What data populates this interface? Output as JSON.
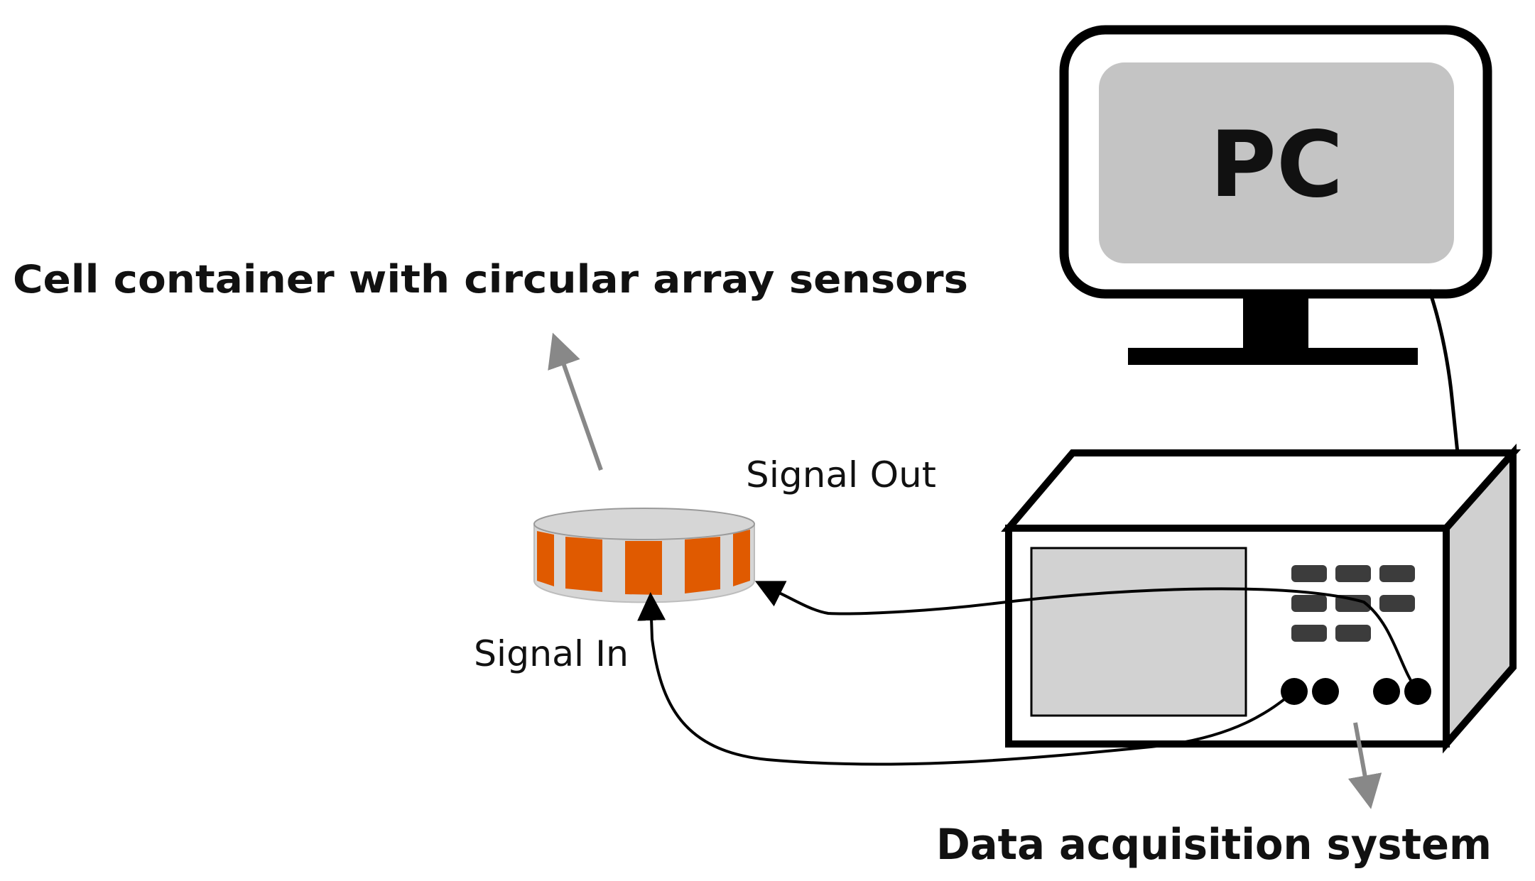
{
  "labels": {
    "pc": "PC",
    "cell_container": "Cell container with circular array sensors",
    "signal_out": "Signal Out",
    "signal_in": "Signal In",
    "data_acquisition": "Data acquisition system"
  },
  "colors": {
    "stroke": "#000000",
    "screen_fill": "#c4c4c4",
    "pointer_arrow": "#888888",
    "sensor_orange": "#e05a00",
    "container_gray": "#d6d6d6",
    "device_panel": "#d2d2d2",
    "device_side": "#d0d0d0",
    "button_dark": "#3c3c3c"
  },
  "icons": {
    "computer": "monitor-icon",
    "cell_container": "cylinder-sensor-icon",
    "acquisition_device": "instrument-box-icon"
  }
}
